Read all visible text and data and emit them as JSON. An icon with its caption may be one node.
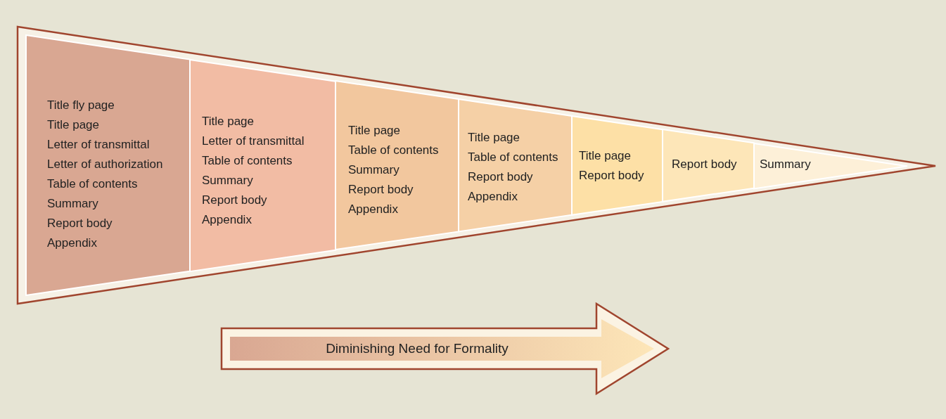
{
  "diagram": {
    "nodes": [
      {
        "text": [],
        "shape": "triangle"
      },
      {
        "text": [
          "Title fly page",
          "Title page",
          "Letter of transmittal",
          "Letter of authorization",
          "Table of contents",
          "Summary",
          "Report body",
          "Appendix"
        ],
        "in": 0
      },
      {
        "text": [
          "Title page",
          "Letter of transmittal",
          "Table of contents",
          "Summary",
          "Report body",
          "Appendix"
        ],
        "in": 0
      },
      {
        "text": [
          "Title page",
          "Table of contents",
          "Summary",
          "Report body",
          "Appendix"
        ],
        "in": 0
      },
      {
        "text": [
          "Title page",
          "Table of contents",
          "Report body",
          "Appendix"
        ],
        "in": 0
      },
      {
        "text": [
          "Title page",
          "Report body"
        ],
        "in": 0
      },
      {
        "text": [
          "Report body"
        ],
        "in": 0
      },
      {
        "text": [
          "Summary"
        ],
        "in": 0
      },
      {
        "text": [
          "Diminishing Need for Formality"
        ]
      }
    ],
    "edges": []
  }
}
